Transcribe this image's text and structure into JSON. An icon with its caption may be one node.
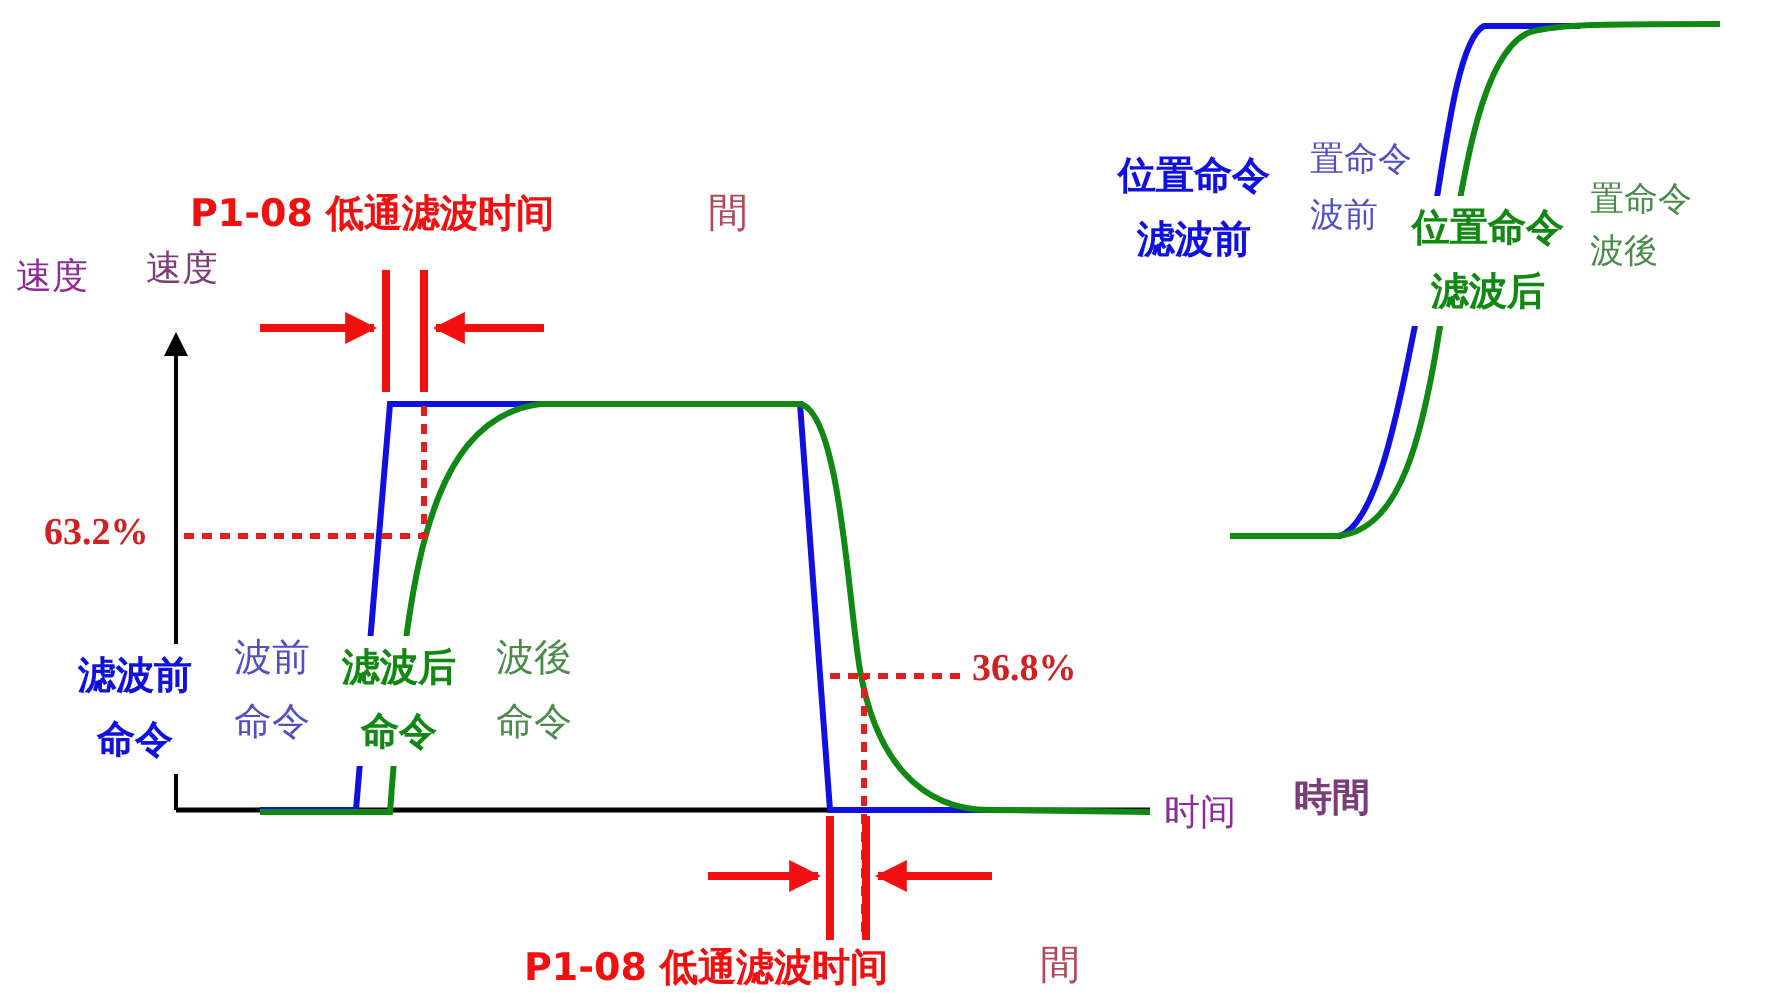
{
  "diagram": {
    "labels": [
      "P1-08 低通滤波时间",
      "間",
      "速度",
      "速度",
      "63.2%",
      "36.8%",
      "滤波前命令",
      "波前",
      "命令",
      "滤波后命令",
      "波後",
      "命令",
      "时间",
      "時間",
      "P1-08 低通滤波时间",
      "間",
      "位置命令滤波前",
      "置命令",
      "波前",
      "位置命令滤波后",
      "置命令",
      "波後"
    ]
  }
}
